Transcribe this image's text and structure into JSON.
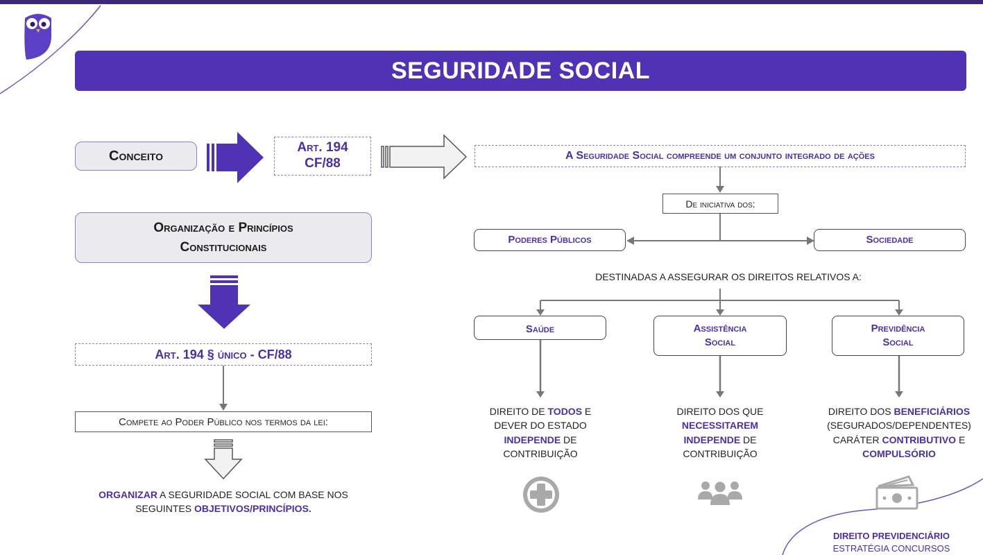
{
  "title": "SEGURIDADE SOCIAL",
  "left": {
    "conceito": "Conceito",
    "art194": [
      "Art. 194",
      "CF/88"
    ],
    "organizacao": [
      "Organização e Princípios",
      "Constitucionais"
    ],
    "art194_unico": "Art. 194 § único - CF/88",
    "compete": "Compete ao Poder Público nos termos da lei:",
    "organizar_bold": "ORGANIZAR",
    "organizar_rest": " A SEGURIDADE SOCIAL COM BASE NOS",
    "seguintes": "SEGUINTES ",
    "objetivos": "OBJETIVOS/PRINCÍPIOS."
  },
  "right": {
    "definicao": "A Seguridade Social compreende um conjunto integrado de ações",
    "iniciativa": "De iniciativa dos:",
    "poderes": "Poderes Públicos",
    "sociedade": "Sociedade",
    "destinadas": "DESTINADAS A ASSEGURAR OS DIREITOS RELATIVOS A:",
    "saude": "Saúde",
    "assistencia": [
      "Assistência",
      "Social"
    ],
    "previdencia": [
      "Previdência",
      "Social"
    ],
    "saude_desc": {
      "l1a": "DIREITO DE ",
      "l1b": "TODOS",
      "l1c": " E",
      "l2": "DEVER DO ESTADO",
      "l3a": "INDEPENDE",
      "l3b": " DE",
      "l4": "CONTRIBUIÇÃO"
    },
    "assistencia_desc": {
      "l1": "DIREITO DOS QUE",
      "l2": "NECESSITAREM",
      "l3a": "INDEPENDE",
      "l3b": " DE",
      "l4": "CONTRIBUIÇÃO"
    },
    "previdencia_desc": {
      "l1a": "DIREITO DOS ",
      "l1b": "BENEFICIÁRIOS",
      "l2": "(SEGURADOS/DEPENDENTES)",
      "l3a": "CARÁTER ",
      "l3b": "CONTRIBUTIVO",
      "l3c": " E",
      "l4": "COMPULSÓRIO"
    }
  },
  "footer": {
    "line1": "DIREITO PREVIDENCIÁRIO",
    "line2": "ESTRATÉGIA CONCURSOS"
  },
  "icons": [
    "owl-logo-icon",
    "health-cross-icon",
    "people-group-icon",
    "money-icon"
  ],
  "colors": {
    "brand_purple": "#5032b4",
    "text_purple": "#4a2fa8",
    "top_bar": "#3b2a7a"
  }
}
